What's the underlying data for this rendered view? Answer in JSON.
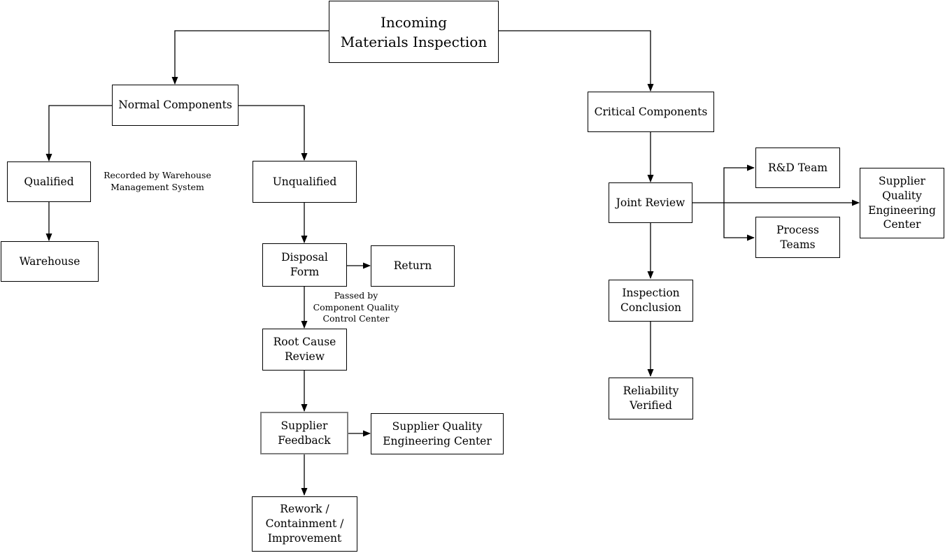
{
  "diagram": {
    "type": "flowchart",
    "colors": {
      "background": "#ffffff",
      "node_fill": "#ffffff",
      "node_border": "#000000",
      "highlight_border": "#808080",
      "line": "#000000",
      "text": "#000000"
    },
    "nodes": {
      "incoming": {
        "label": "Incoming\nMaterials Inspection"
      },
      "normal": {
        "label": "Normal Components"
      },
      "critical": {
        "label": "Critical Components"
      },
      "qualified": {
        "label": "Qualified"
      },
      "unqualified": {
        "label": "Unqualified"
      },
      "warehouse": {
        "label": "Warehouse"
      },
      "disposal": {
        "label": "Disposal\nForm"
      },
      "return": {
        "label": "Return"
      },
      "root_cause": {
        "label": "Root Cause\nReview"
      },
      "supplier_feedback": {
        "label": "Supplier\nFeedback"
      },
      "sqec_left": {
        "label": "Supplier Quality\nEngineering Center"
      },
      "rework": {
        "label": "Rework /\nContainment /\nImprovement"
      },
      "joint_review": {
        "label": "Joint Review"
      },
      "rd_team": {
        "label": "R&D Team"
      },
      "process_teams": {
        "label": "Process\nTeams"
      },
      "sqec_right": {
        "label": "Supplier\nQuality\nEngineering\nCenter"
      },
      "inspection_conclusion": {
        "label": "Inspection\nConclusion"
      },
      "reliability_verified": {
        "label": "Reliability\nVerified"
      }
    },
    "annotations": {
      "recorded_by_wms": "Recorded by Warehouse\nManagement System",
      "passed_by_cqcc": "Passed by\nComponent Quality\nControl Center"
    },
    "edges": [
      "Incoming Materials Inspection -> Normal Components",
      "Incoming Materials Inspection -> Critical Components",
      "Normal Components -> Qualified",
      "Normal Components -> Unqualified",
      "Qualified -> Warehouse",
      "Unqualified -> Disposal Form",
      "Disposal Form -> Return",
      "Disposal Form -> Root Cause Review",
      "Root Cause Review -> Supplier Feedback",
      "Supplier Feedback -> Supplier Quality Engineering Center",
      "Supplier Feedback -> Rework / Containment / Improvement",
      "Critical Components -> Joint Review",
      "Joint Review -> R&D Team",
      "Joint Review -> Process Teams",
      "Joint Review -> Supplier Quality Engineering Center",
      "Joint Review -> Inspection Conclusion",
      "Inspection Conclusion -> Reliability Verified"
    ]
  }
}
